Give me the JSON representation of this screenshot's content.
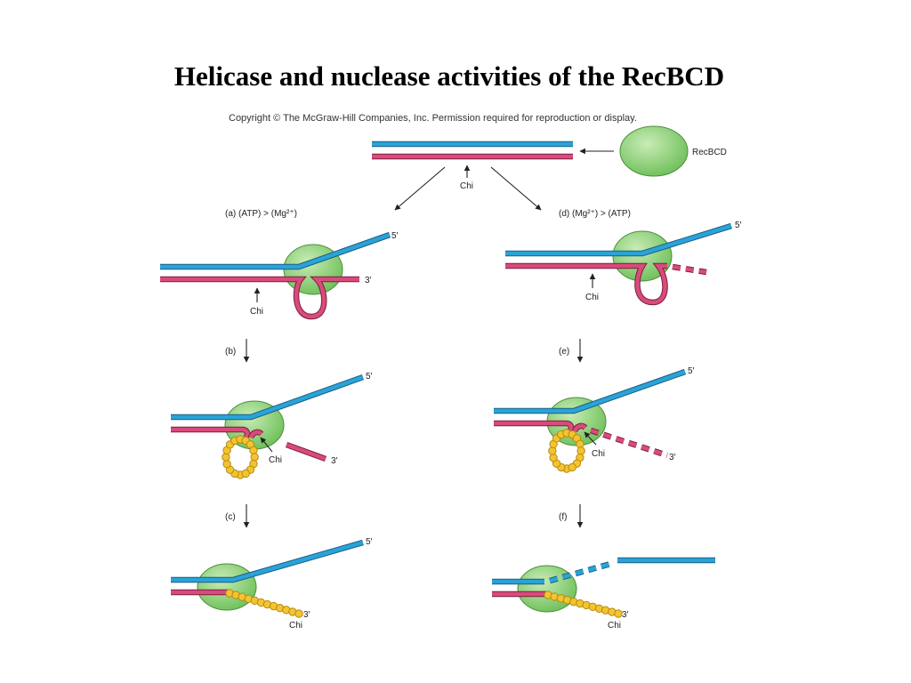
{
  "title": "Helicase and nuclease activities of the RecBCD",
  "copyright": "Copyright © The McGraw-Hill Companies, Inc. Permission required for reproduction or display.",
  "labels": {
    "recbcd": "RecBCD",
    "chi": "Chi",
    "five_prime": "5′",
    "three_prime": "3′",
    "panel_a": "(a) (ATP) > (Mg²⁺)",
    "panel_d": "(d) (Mg²⁺) > (ATP)",
    "panel_b": "(b)",
    "panel_c": "(c)",
    "panel_e": "(e)",
    "panel_f": "(f)"
  },
  "colors": {
    "strand_top": "#2aa3d8",
    "strand_bottom": "#d84b7b",
    "enzyme": "#8fd07a",
    "beads": "#f4c430"
  }
}
